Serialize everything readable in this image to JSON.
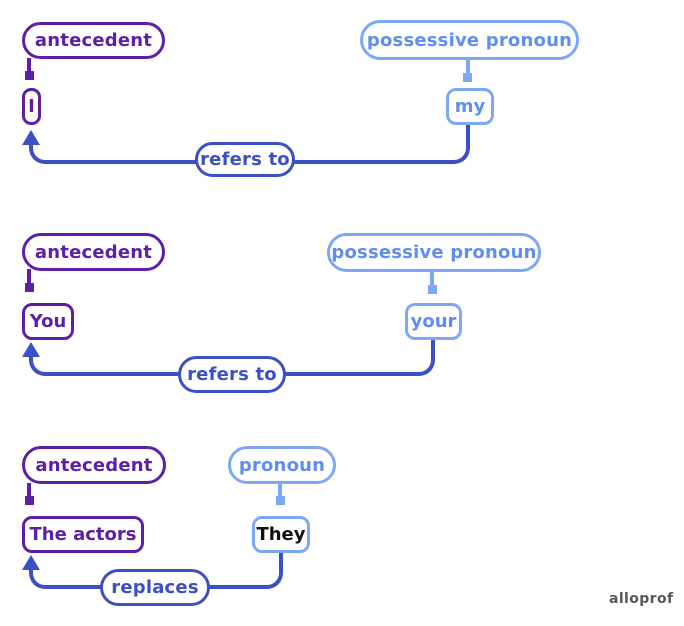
{
  "colors": {
    "purple": "#5e1fa8",
    "lightblue": "#7da8f7",
    "bluetext": "#5f8ef1",
    "darkblue": "#3b50c4",
    "black": "#111111",
    "gray": "#55575c",
    "bg": "#ffffff"
  },
  "watermark": "alloprof",
  "sections": [
    {
      "left_label": "antecedent",
      "left_word": "I",
      "right_label": "possessive pronoun",
      "right_word": "my",
      "relation": "refers to"
    },
    {
      "left_label": "antecedent",
      "left_word": "You",
      "right_label": "possessive pronoun",
      "right_word": "your",
      "relation": "refers to"
    },
    {
      "left_label": "antecedent",
      "left_word": "The actors",
      "right_label": "pronoun",
      "right_word": "They",
      "relation": "replaces"
    }
  ]
}
